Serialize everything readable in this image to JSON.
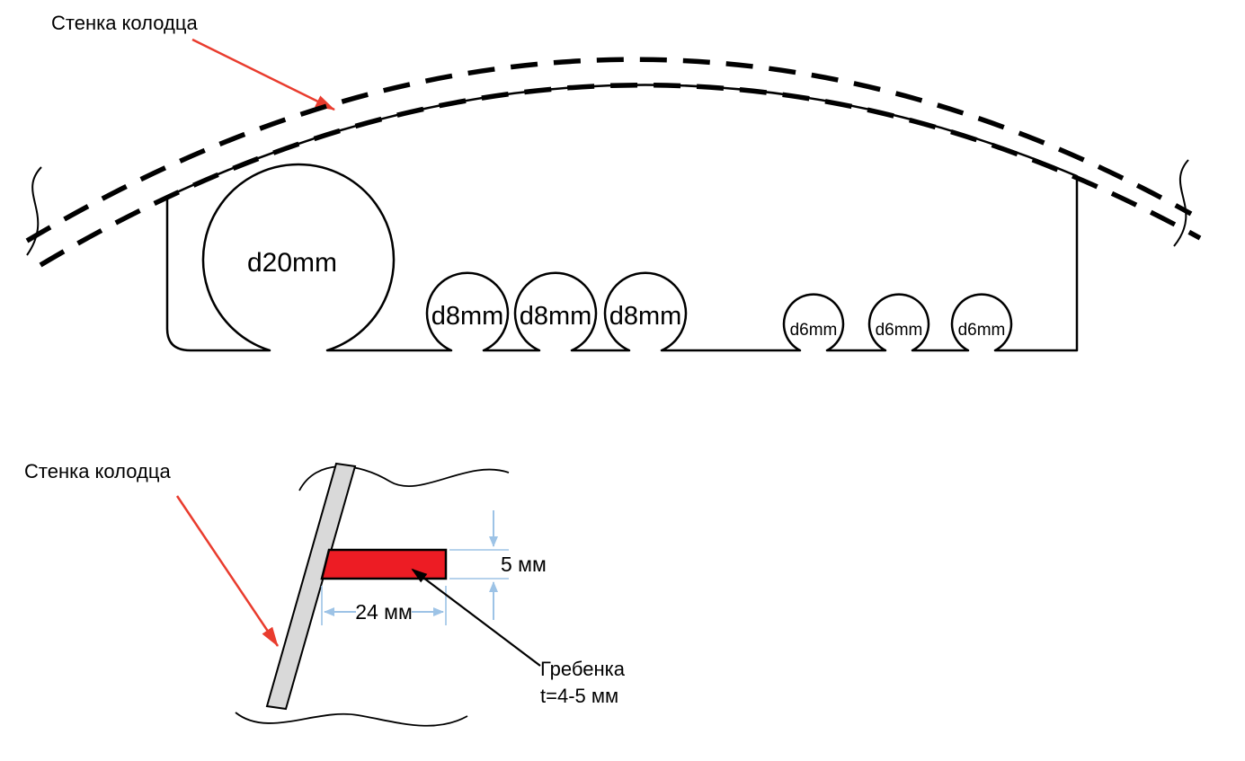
{
  "top_view": {
    "wall_label": "Стенка колодца",
    "large_notch": "d20mm",
    "medium_notches": [
      "d8mm",
      "d8mm",
      "d8mm"
    ],
    "small_notches": [
      "d6mm",
      "d6mm",
      "d6mm"
    ]
  },
  "detail_view": {
    "wall_label": "Стенка колодца",
    "height_dim": "5 мм",
    "width_dim": "24 мм",
    "comb_label": "Гребенка",
    "thickness_label": "t=4-5 мм"
  },
  "colors": {
    "red_arrow": "#e93c2e",
    "tooth_red": "#ed1c24",
    "wall_gray": "#d9d9d9",
    "dim_blue": "#9dc3e6",
    "line_black": "#000000"
  }
}
